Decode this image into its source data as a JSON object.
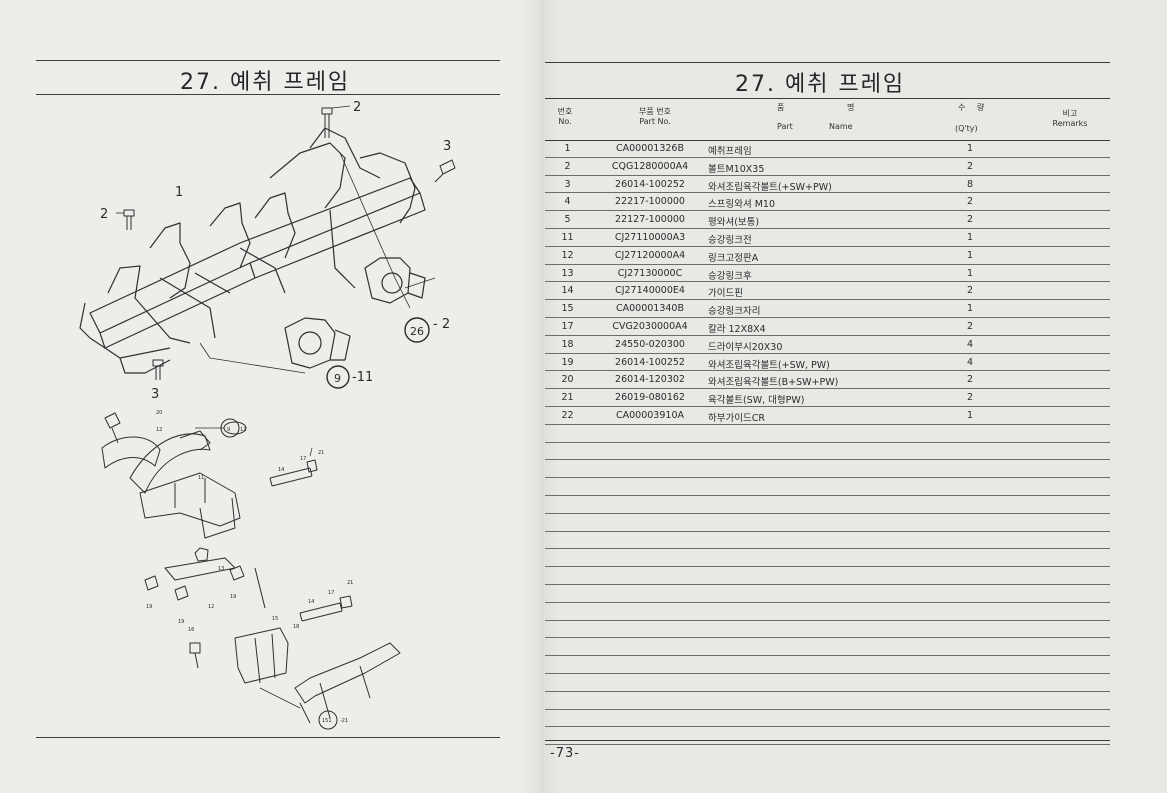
{
  "left": {
    "title": "27. 예취 프레임",
    "callouts": {
      "c1": "1",
      "c2a": "2",
      "c2b": "2",
      "c3a": "3",
      "c3b": "3",
      "c26": "26",
      "c26s": "- 2",
      "c9": "9",
      "c9s": "-11",
      "s20": "20",
      "s12": "12",
      "s9": "9",
      "s12b": "12",
      "s21": "21",
      "s17": "17",
      "s14": "14",
      "s11": "11",
      "s13": "13",
      "s19": "19",
      "s12c": "12",
      "s16": "16",
      "s19b": "19",
      "s21b": "21",
      "s17b": "17",
      "s14b": "14",
      "s15": "15",
      "s18": "18",
      "s151": "151",
      "s21c": "-21"
    }
  },
  "right": {
    "title": "27. 예취 프레임",
    "header": {
      "no_ko": "번호",
      "no_en": "No.",
      "pn_ko": "부품 번호",
      "pn_en": "Part   No.",
      "nm_ko1": "품",
      "nm_ko2": "명",
      "nm_en1": "Part",
      "nm_en2": "Name",
      "qt_ko1": "수",
      "qt_ko2": "량",
      "qt_en": "(Q'ty)",
      "rm_ko": "비고",
      "rm_en": "Remarks"
    },
    "rows": [
      {
        "no": "1",
        "pn": "CA00001326B",
        "name": "예취프레임",
        "qty": "1"
      },
      {
        "no": "2",
        "pn": "CQG1280000A4",
        "name": "볼트M10X35",
        "qty": "2"
      },
      {
        "no": "3",
        "pn": "26014-100252",
        "name": "와셔조립육각볼트(+SW+PW)",
        "qty": "8"
      },
      {
        "no": "4",
        "pn": "22217-100000",
        "name": "스프링와셔 M10",
        "qty": "2"
      },
      {
        "no": "5",
        "pn": "22127-100000",
        "name": "평와셔(보통)",
        "qty": "2"
      },
      {
        "no": "11",
        "pn": "CJ27110000A3",
        "name": "승강링크전",
        "qty": "1"
      },
      {
        "no": "12",
        "pn": "CJ27120000A4",
        "name": "링크고정판A",
        "qty": "1"
      },
      {
        "no": "13",
        "pn": "CJ27130000C",
        "name": "승강링크후",
        "qty": "1"
      },
      {
        "no": "14",
        "pn": "CJ27140000E4",
        "name": "가이드핀",
        "qty": "2"
      },
      {
        "no": "15",
        "pn": "CA00001340B",
        "name": "승강링크자리",
        "qty": "1"
      },
      {
        "no": "17",
        "pn": "CVG2030000A4",
        "name": "칼라 12X8X4",
        "qty": "2"
      },
      {
        "no": "18",
        "pn": "24550-020300",
        "name": "드라이부시20X30",
        "qty": "4"
      },
      {
        "no": "19",
        "pn": "26014-100252",
        "name": "와셔조립육각볼트(+SW, PW)",
        "qty": "4"
      },
      {
        "no": "20",
        "pn": "26014-120302",
        "name": "와셔조립육각볼트(B+SW+PW)",
        "qty": "2"
      },
      {
        "no": "21",
        "pn": "26019-080162",
        "name": "육각볼트(SW, 대형PW)",
        "qty": "2"
      },
      {
        "no": "22",
        "pn": "CA00003910A",
        "name": "하부가이드CR",
        "qty": "1"
      }
    ],
    "page_number": "-73-"
  }
}
